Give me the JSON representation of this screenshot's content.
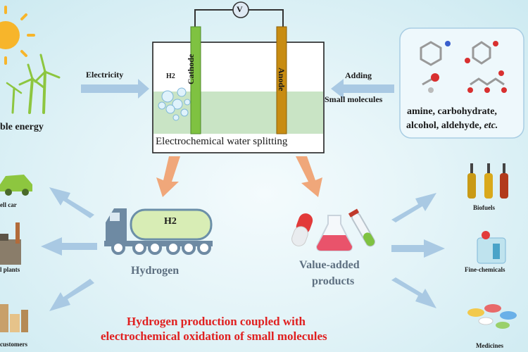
{
  "electrode": {
    "voltmeter": "V",
    "cathode": "Cathode",
    "anode": "Anode",
    "h2_bubbles": "H2",
    "cell_caption": "Electrochemical water splitting"
  },
  "left_input": {
    "source_label": "ble energy",
    "arrow_label": "Electricity"
  },
  "right_input": {
    "arrow_label_1": "Adding",
    "arrow_label_2": "Small molecules",
    "molecules_line1": "amine, carbohydrate,",
    "molecules_line2": "alcohol, aldehyde, ",
    "molecules_etc": "etc."
  },
  "hydrogen": {
    "tank_label": "H2",
    "title": "Hydrogen",
    "uses": [
      "ell car",
      "l plants",
      "customers"
    ]
  },
  "products": {
    "title_line1": "Value-added",
    "title_line2": "products",
    "uses": [
      "Biofuels",
      "Fine-chemicals",
      "Medicines"
    ]
  },
  "footer": {
    "line1": "Hydrogen production coupled with",
    "line2": "electrochemical oxidation of small molecules"
  },
  "colors": {
    "arrow_blue": "#a9c9e3",
    "arrow_orange": "#f0a77a",
    "footer_red": "#e02020",
    "cathode_green": "#7fc241",
    "anode_gold": "#c88c12",
    "electrolyte": "#c9e4c5"
  }
}
